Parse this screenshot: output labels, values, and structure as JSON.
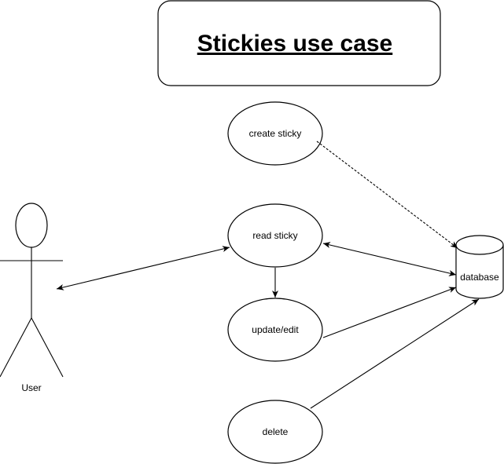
{
  "diagram": {
    "title": "Stickies use case",
    "actor": {
      "label": "User"
    },
    "use_cases": {
      "create": "create sticky",
      "read": "read sticky",
      "update": "update/edit",
      "delete": "delete"
    },
    "datastore": {
      "label": "database"
    }
  },
  "edges": [
    {
      "from": "create sticky",
      "to": "database",
      "style": "dashed",
      "arrow": "end"
    },
    {
      "from": "User",
      "to": "read sticky",
      "style": "solid",
      "arrow": "both"
    },
    {
      "from": "read sticky",
      "to": "database",
      "style": "solid",
      "arrow": "both"
    },
    {
      "from": "read sticky",
      "to": "update/edit",
      "style": "solid",
      "arrow": "end"
    },
    {
      "from": "update/edit",
      "to": "database",
      "style": "solid",
      "arrow": "end"
    },
    {
      "from": "delete",
      "to": "database",
      "style": "solid",
      "arrow": "end"
    }
  ]
}
